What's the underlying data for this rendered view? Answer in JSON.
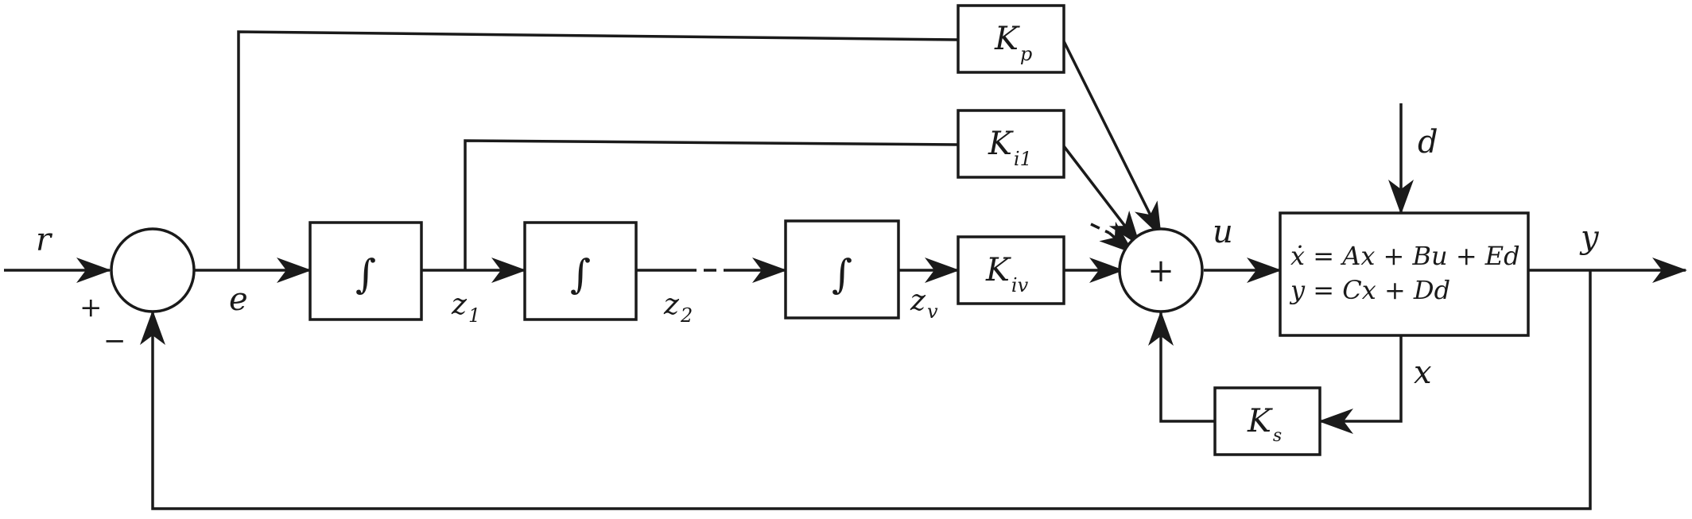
{
  "signals": {
    "r": "r",
    "e": "e",
    "u": "u",
    "d": "d",
    "y": "y",
    "x": "x",
    "plus": "+",
    "minus": "−",
    "z1": "z",
    "z1_sub": "1",
    "z2": "z",
    "z2_sub": "2",
    "zv": "z",
    "zv_sub": "v"
  },
  "blocks": {
    "integrator_symbol": "∫",
    "kp": "K",
    "kp_sub": "p",
    "ki1": "K",
    "ki1_sub": "i1",
    "kiv": "K",
    "kiv_sub": "iv",
    "ks": "K",
    "ks_sub": "s",
    "sum_symbol": "+"
  },
  "plant": {
    "line1": "ẋ = Ax + Bu + Ed",
    "line2": "y = Cx + Dd"
  }
}
